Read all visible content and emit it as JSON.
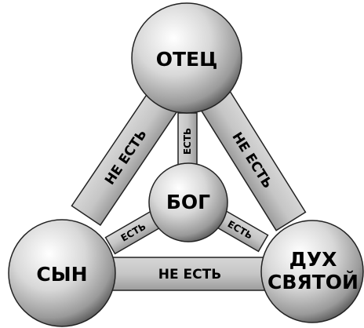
{
  "nodes": {
    "father": "ОТЕЦ",
    "son": "СЫН",
    "spirit_line1": "ДУХ",
    "spirit_line2": "СВЯТОЙ",
    "god": "БОГ"
  },
  "links": {
    "father_son": "НЕ ЕСТЬ",
    "father_spirit": "НЕ ЕСТЬ",
    "son_spirit": "НЕ ЕСТЬ",
    "god_father": "ЕСТЬ",
    "god_son": "ЕСТЬ",
    "god_spirit": "ЕСТЬ"
  },
  "colors": {
    "bar_fill": "#c9c9c9",
    "outline": "#222222",
    "sphere_light": "#ffffff",
    "sphere_dark": "#4a4a4a"
  }
}
